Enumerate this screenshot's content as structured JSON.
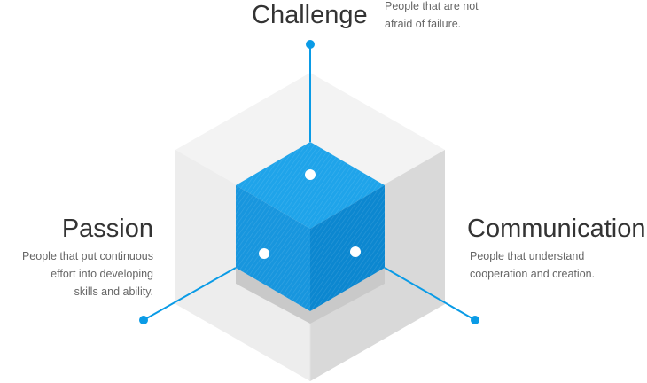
{
  "pillars": {
    "challenge": {
      "title": "Challenge",
      "line1": "People that are not",
      "line2": "afraid of failure."
    },
    "passion": {
      "title": "Passion",
      "line1": "People that put continuous",
      "line2": "effort into developing",
      "line3": "skills and ability."
    },
    "communication": {
      "title": "Communication",
      "line1": "People that understand",
      "line2": "cooperation and creation."
    }
  },
  "colors": {
    "accent": "#0a9be6",
    "cube_top": "#1ea3ea",
    "cube_left": "#1796dd",
    "cube_right": "#0b86cf",
    "outer_top": "#f2f2f2",
    "outer_left": "#ececec",
    "outer_right": "#d9d9d9"
  }
}
